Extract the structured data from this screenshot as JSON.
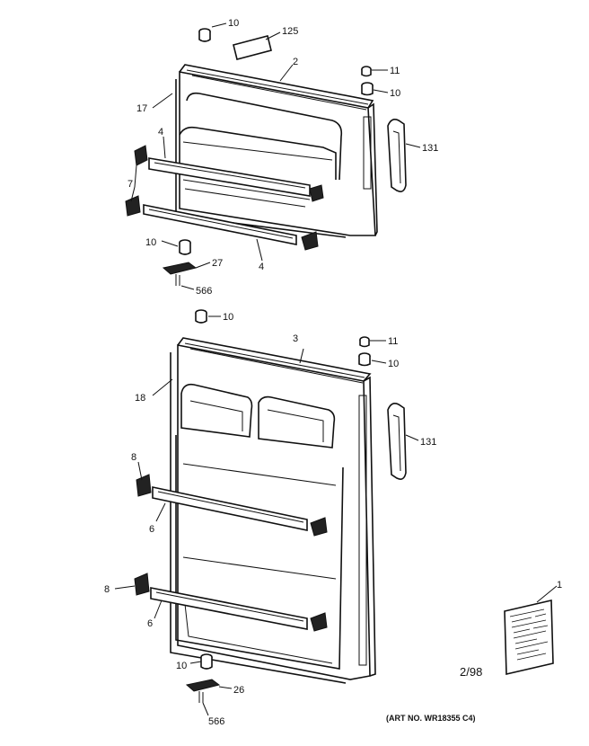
{
  "diagram": {
    "date_code": "2/98",
    "art_number": "(ART NO. WR18355 C4)",
    "callouts": {
      "c10a": "10",
      "c125": "125",
      "c2": "2",
      "c11a": "11",
      "c10b": "10",
      "c17": "17",
      "c131a": "131",
      "c4a": "4",
      "c7": "7",
      "c10c": "10",
      "c4b": "4",
      "c27": "27",
      "c566a": "566",
      "c10d": "10",
      "c3": "3",
      "c11b": "11",
      "c10e": "10",
      "c18": "18",
      "c131b": "131",
      "c8a": "8",
      "c6a": "6",
      "c8b": "8",
      "c6b": "6",
      "c1": "1",
      "c10f": "10",
      "c26": "26",
      "c566b": "566"
    }
  }
}
